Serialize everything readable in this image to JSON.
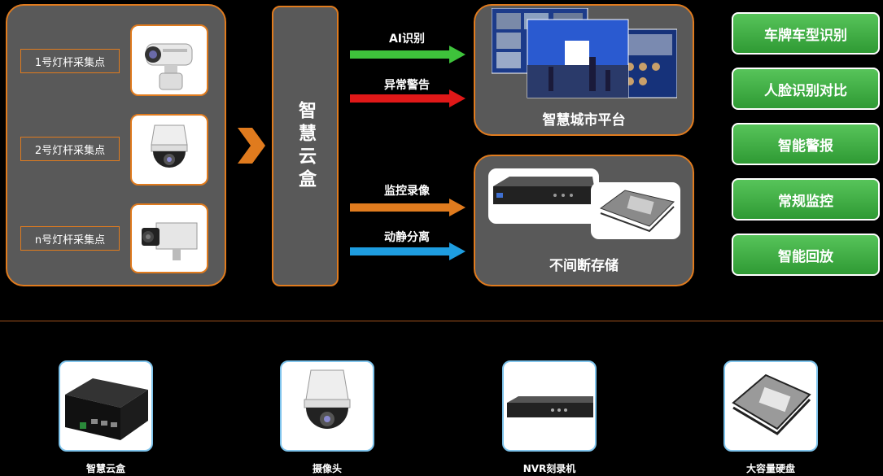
{
  "left_panel": {
    "points": [
      {
        "label": "1号灯杆采集点"
      },
      {
        "label": "2号灯杆采集点"
      },
      {
        "label": "n号灯杆采集点"
      }
    ]
  },
  "cloud_box": {
    "title": "智慧云盒"
  },
  "arrows": [
    {
      "label": "AI识别",
      "color": "#3ec23b"
    },
    {
      "label": "异常警告",
      "color": "#e01818"
    },
    {
      "label": "监控录像",
      "color": "#e07b1e"
    },
    {
      "label": "动静分离",
      "color": "#1e9de0"
    }
  ],
  "platform": {
    "title": "智慧城市平台"
  },
  "storage": {
    "title": "不间断存储"
  },
  "features": [
    "车牌车型识别",
    "人脸识别对比",
    "智能警报",
    "常规监控",
    "智能回放"
  ],
  "devices": [
    {
      "label": "智慧云盒"
    },
    {
      "label": "摄像头"
    },
    {
      "label": "NVR刻录机"
    },
    {
      "label": "大容量硬盘"
    }
  ],
  "colors": {
    "accent": "#e07b1e",
    "panel": "#595959",
    "green": "#3aa83e",
    "device_border": "#7fc4ec"
  }
}
